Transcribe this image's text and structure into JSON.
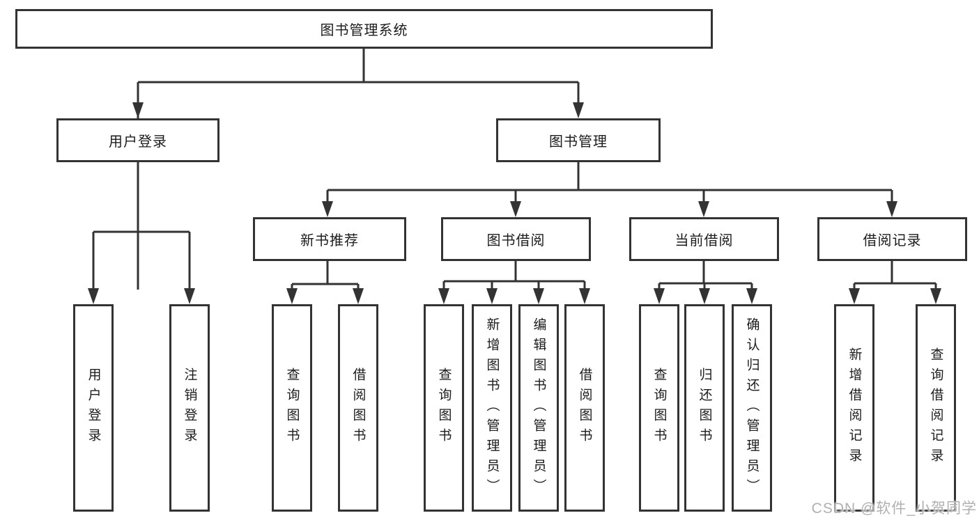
{
  "diagram_title": "图书管理系统",
  "colors": {
    "line": "#333333",
    "border": "#333333",
    "text": "#1c1c1c",
    "background": "#ffffff",
    "watermark": "#b0b0b0"
  },
  "watermark": {
    "text": "CSDN @软件_小贺同学"
  },
  "nodes": {
    "root": {
      "label": "图书管理系统"
    },
    "level2": [
      {
        "label": "用户登录"
      },
      {
        "label": "图书管理"
      }
    ],
    "level3": [
      {
        "label": "新书推荐"
      },
      {
        "label": "图书借阅"
      },
      {
        "label": "当前借阅"
      },
      {
        "label": "借阅记录"
      }
    ],
    "leaves": [
      {
        "label": "用户登录",
        "parent": "用户登录"
      },
      {
        "label": "注销登录",
        "parent": "用户登录"
      },
      {
        "label": "查询图书",
        "parent": "新书推荐"
      },
      {
        "label": "借阅图书",
        "parent": "新书推荐"
      },
      {
        "label": "查询图书",
        "parent": "图书借阅"
      },
      {
        "label": "新增图书（管理员）",
        "parent": "图书借阅"
      },
      {
        "label": "编辑图书（管理员）",
        "parent": "图书借阅"
      },
      {
        "label": "借阅图书",
        "parent": "图书借阅"
      },
      {
        "label": "查询图书",
        "parent": "当前借阅"
      },
      {
        "label": "归还图书",
        "parent": "当前借阅"
      },
      {
        "label": "确认归还（管理员）",
        "parent": "当前借阅"
      },
      {
        "label": "新增借阅记录",
        "parent": "借阅记录"
      },
      {
        "label": "查询借阅记录",
        "parent": "借阅记录"
      }
    ]
  }
}
